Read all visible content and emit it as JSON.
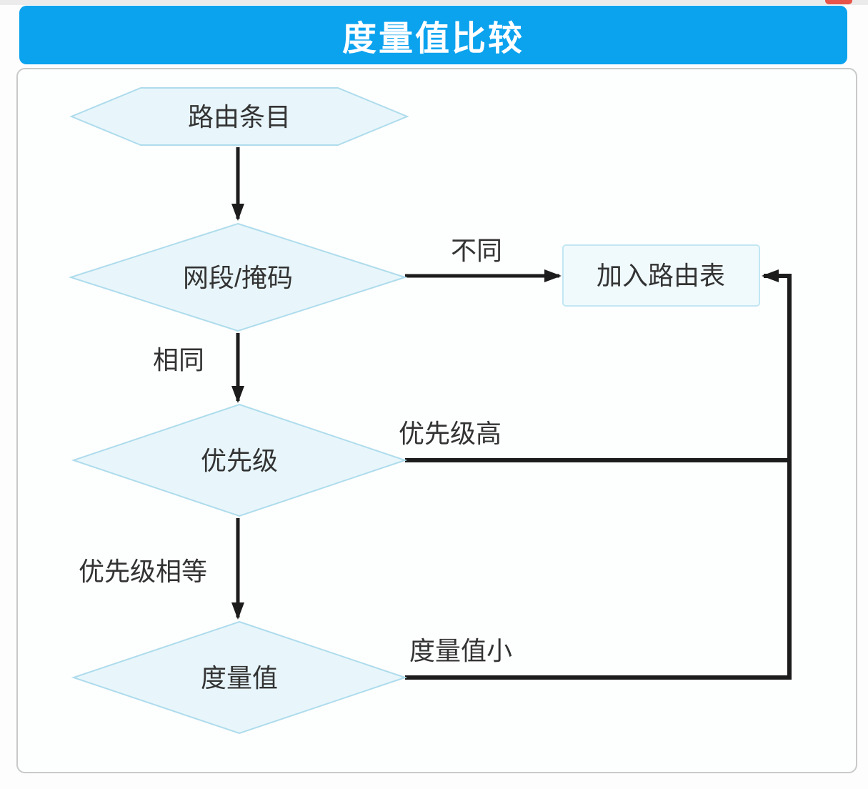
{
  "title_bar": {
    "label": "度量值比较"
  },
  "colors": {
    "accent_blue": "#0ba2ee",
    "card_border": "#c9c9c9",
    "node_fill": "#e8f6fb",
    "node_stroke": "#aedcec",
    "box_fill": "#f0fafd",
    "box_stroke": "#c2e7f3",
    "line_color": "#1c1c1c",
    "text_color": "#333333",
    "fragment_red": "#e8544a"
  },
  "flowchart": {
    "nodes": [
      {
        "id": "route_entry",
        "shape": "hexagon",
        "label": "路由条目"
      },
      {
        "id": "network_mask",
        "shape": "diamond",
        "label": "网段/掩码"
      },
      {
        "id": "add_routing_table",
        "shape": "rectangle",
        "label": "加入路由表"
      },
      {
        "id": "priority",
        "shape": "diamond",
        "label": "优先级"
      },
      {
        "id": "metric",
        "shape": "diamond",
        "label": "度量值"
      }
    ],
    "edges": [
      {
        "from": "route_entry",
        "to": "network_mask",
        "label": ""
      },
      {
        "from": "network_mask",
        "to": "add_routing_table",
        "label": "不同"
      },
      {
        "from": "network_mask",
        "to": "priority",
        "label": "相同"
      },
      {
        "from": "priority",
        "to": "add_routing_table",
        "label": "优先级高"
      },
      {
        "from": "priority",
        "to": "metric",
        "label": "优先级相等"
      },
      {
        "from": "metric",
        "to": "add_routing_table",
        "label": "度量值小"
      }
    ]
  }
}
